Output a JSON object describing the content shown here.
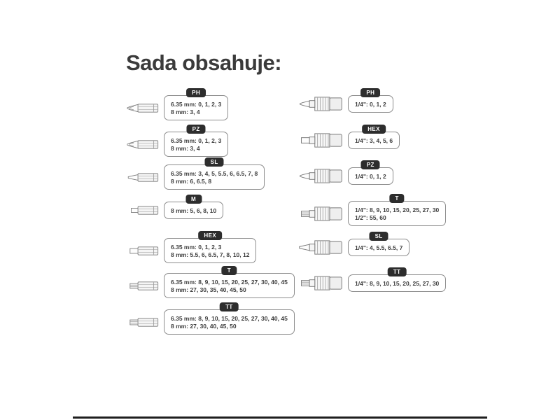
{
  "title": "Sada obsahuje:",
  "left_column": {
    "items": [
      {
        "type": "PH",
        "lines": [
          "6.35 mm: 0, 1, 2, 3",
          "8 mm: 3, 4"
        ]
      },
      {
        "type": "PZ",
        "lines": [
          "6.35 mm: 0, 1, 2, 3",
          "8 mm: 3, 4"
        ]
      },
      {
        "type": "SL",
        "lines": [
          "6.35 mm: 3, 4, 5, 5.5, 6, 6.5, 7, 8",
          "8 mm: 6, 6.5, 8"
        ]
      },
      {
        "type": "M",
        "lines": [
          "8 mm: 5, 6, 8, 10"
        ]
      },
      {
        "type": "HEX",
        "lines": [
          "6.35 mm: 0, 1, 2, 3",
          "8 mm: 5.5, 6, 6.5, 7, 8, 10, 12"
        ]
      },
      {
        "type": "T",
        "lines": [
          "6.35 mm: 8, 9, 10, 15, 20, 25, 27, 30, 40, 45",
          "8 mm: 27, 30, 35, 40, 45, 50"
        ]
      },
      {
        "type": "TT",
        "lines": [
          "6.35 mm: 8, 9, 10, 15, 20, 25, 27, 30, 40, 45",
          "8 mm: 27, 30, 40, 45, 50"
        ]
      }
    ]
  },
  "right_column": {
    "items": [
      {
        "type": "PH",
        "lines": [
          "1/4\": 0, 1, 2"
        ]
      },
      {
        "type": "HEX",
        "lines": [
          "1/4\": 3, 4, 5, 6"
        ]
      },
      {
        "type": "PZ",
        "lines": [
          "1/4\": 0, 1, 2"
        ]
      },
      {
        "type": "T",
        "lines": [
          "1/4\": 8, 9, 10, 15, 20, 25, 27, 30",
          "1/2\": 55, 60"
        ]
      },
      {
        "type": "SL",
        "lines": [
          "1/4\": 4, 5.5, 6.5, 7"
        ]
      },
      {
        "type": "TT",
        "lines": [
          "1/4\": 8, 9, 10, 15, 20, 25, 27, 30"
        ]
      }
    ]
  }
}
